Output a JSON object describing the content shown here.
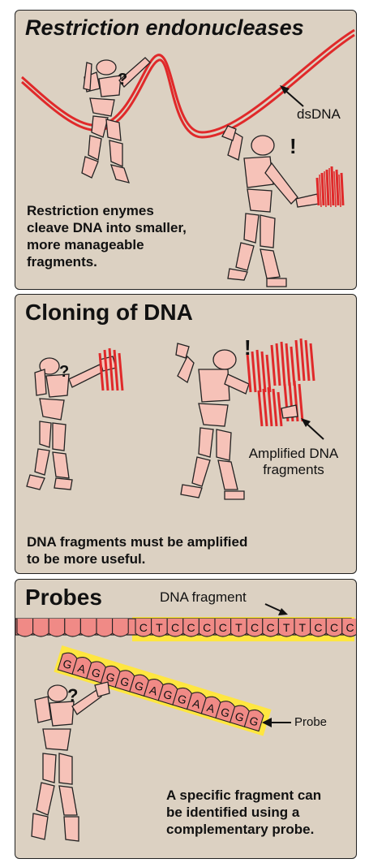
{
  "panel1": {
    "title": "Restriction endonucleases",
    "dsdna_label": "dsDNA",
    "question": "?",
    "exclaim": "!",
    "caption": [
      "Restriction enymes",
      "cleave DNA into smaller,",
      "more manageable",
      "fragments."
    ]
  },
  "panel2": {
    "title": "Cloning of DNA",
    "question": "?",
    "exclaim": "!",
    "amplified_label": [
      "Amplified DNA",
      "fragments"
    ],
    "caption": [
      "DNA fragments must be amplified",
      "to be more useful."
    ]
  },
  "panel3": {
    "title": "Probes",
    "fragment_label": "DNA fragment",
    "probe_label": "Probe",
    "question": "?",
    "fragment_sequence": [
      "C",
      "T",
      "C",
      "C",
      "C",
      "C",
      "T",
      "C",
      "C",
      "T",
      "T",
      "C",
      "C",
      "C"
    ],
    "probe_sequence": [
      "G",
      "A",
      "G",
      "G",
      "G",
      "G",
      "A",
      "G",
      "G",
      "A",
      "A",
      "G",
      "G",
      "G"
    ],
    "caption": [
      "A specific fragment can",
      "be identified using a",
      "complementary probe."
    ]
  },
  "colors": {
    "panel_bg": "#dcd1c2",
    "figure_fill": "#f6c2b8",
    "dna_red": "#e0292a",
    "probe_fill": "#f08a86",
    "highlight": "#ffe640",
    "outline": "#222222"
  }
}
